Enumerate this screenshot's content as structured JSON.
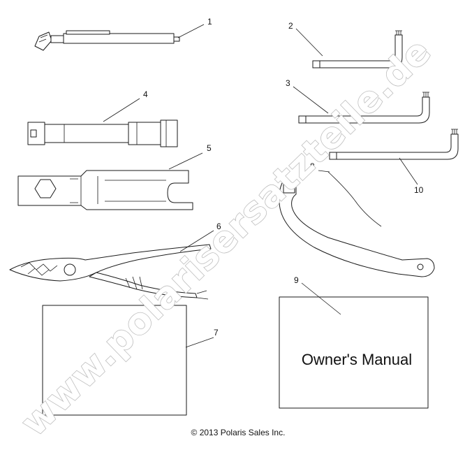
{
  "callouts": [
    "1",
    "2",
    "3",
    "4",
    "5",
    "6",
    "7",
    "8",
    "9",
    "10"
  ],
  "manual": {
    "label": "Owner's Manual"
  },
  "copyright": "© 2013 Polaris Sales Inc.",
  "watermark": "www.polarisersatzteile.de"
}
